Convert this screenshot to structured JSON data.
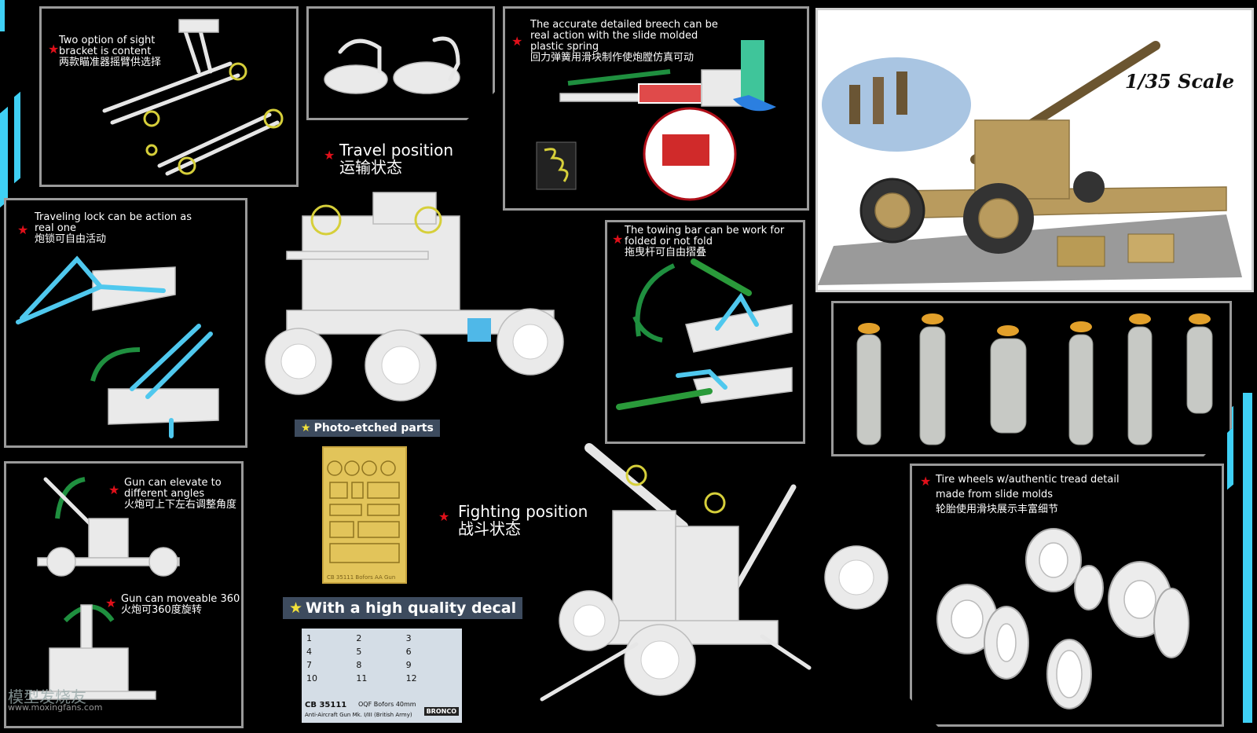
{
  "panels": {
    "sight_bracket": {
      "en": "Two option of sight bracket is content",
      "cn": "两款瞄准器摇臂供选择"
    },
    "breech": {
      "en": "The accurate detailed breech can be real action with the slide molded plastic spring",
      "cn": "回力弹簧用滑块制作使炮膛仿真可动"
    },
    "travel": {
      "en": "Travel position",
      "cn": "运输状态"
    },
    "traveling_lock": {
      "en": "Traveling lock can be action as real one",
      "cn": "炮锁可自由活动"
    },
    "towing_bar": {
      "en": "The towing bar can be work for folded or not fold",
      "cn": "拖曳杆可自由摺叠"
    },
    "elevate": {
      "en": "Gun can elevate to different angles",
      "cn": "火炮可上下左右调整角度"
    },
    "rotate": {
      "en": "Gun can moveable 360",
      "cn": "火炮可360度旋转"
    },
    "fighting": {
      "en": "Fighting position",
      "cn": "战斗状态"
    },
    "tires": {
      "en": "Tire wheels w/authentic tread detail made from slide molds",
      "cn": "轮胎使用滑块展示丰富细节"
    }
  },
  "scale": "1/35 Scale",
  "photo_etched": "Photo-etched parts",
  "decal_label": "With a high quality decal",
  "decal_sheet": {
    "code": "CB 35111",
    "title": "OQF Bofors 40mm",
    "subtitle": "Anti-Aircraft Gun Mk. I/III (British Army)",
    "brand": "BRONCO",
    "numbers": [
      "1",
      "2",
      "3",
      "4",
      "5",
      "6",
      "7",
      "8",
      "9",
      "10",
      "11",
      "12"
    ]
  },
  "pe_code": "CB 35111   Bofors AA Gun",
  "watermark": {
    "cn": "模型发烧友",
    "url": "www.moxingfans.com"
  },
  "colors": {
    "accent_cyan": "#3fd0f5",
    "star_red": "#e0101a",
    "label_bg": "#3d4b5e"
  }
}
